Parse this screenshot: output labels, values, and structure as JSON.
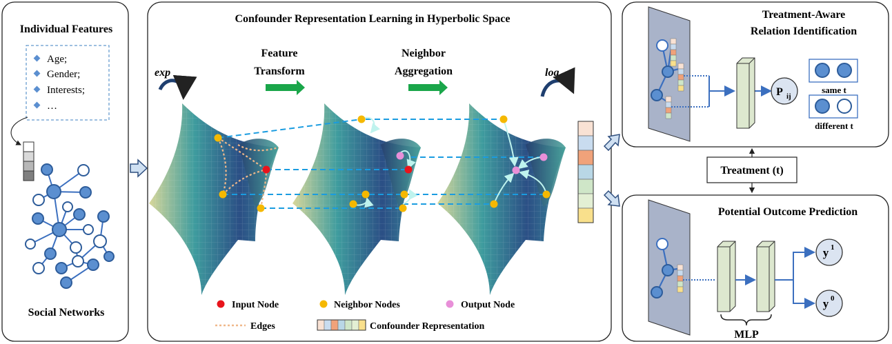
{
  "left_panel": {
    "title": "Individual Features",
    "features": [
      "Age;",
      "Gender;",
      "Interests;",
      "…"
    ],
    "footer": "Social Networks"
  },
  "center_panel": {
    "title": "Confounder Representation Learning in Hyperbolic Space",
    "exp_label": "exp",
    "log_label": "log",
    "step1_line1": "Feature",
    "step1_line2": "Transform",
    "step2_line1": "Neighbor",
    "step2_line2": "Aggregation",
    "legend": {
      "input_node": "Input Node",
      "neighbor_nodes": "Neighbor Nodes",
      "output_node": "Output Node",
      "edges": "Edges",
      "confounder": "Confounder Representation"
    }
  },
  "top_right_panel": {
    "title_line1": "Treatment-Aware",
    "title_line2": "Relation Identification",
    "pij_main": "P",
    "pij_sub": "ij",
    "same_label": "same t",
    "different_label": "different t"
  },
  "treatment_label": "Treatment (t)",
  "bottom_right_panel": {
    "title": "Potential Outcome Prediction",
    "mlp_label": "MLP",
    "y1_main": "y",
    "y1_sup": "1",
    "y0_main": "y",
    "y0_sup": "0"
  },
  "colors": {
    "node_blue": "#4a7fc1",
    "input_node": "#e8141c",
    "neighbor_node": "#f5b800",
    "output_node": "#e88fd8",
    "dashed_link": "#1a9ce0",
    "green_arrow": "#1aa64a"
  }
}
